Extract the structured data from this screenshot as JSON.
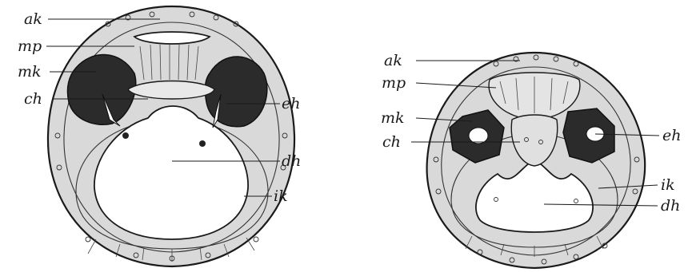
{
  "left_figure": {
    "labels": {
      "ak": "ak",
      "mp": "mp",
      "mk": "mk",
      "ch": "ch",
      "eh": "eh",
      "dh": "dh",
      "ik": "ik"
    }
  },
  "right_figure": {
    "labels": {
      "ak": "ak",
      "mp": "mp",
      "mk": "mk",
      "ch": "ch",
      "eh": "eh",
      "ik": "ik",
      "dh": "dh"
    }
  }
}
